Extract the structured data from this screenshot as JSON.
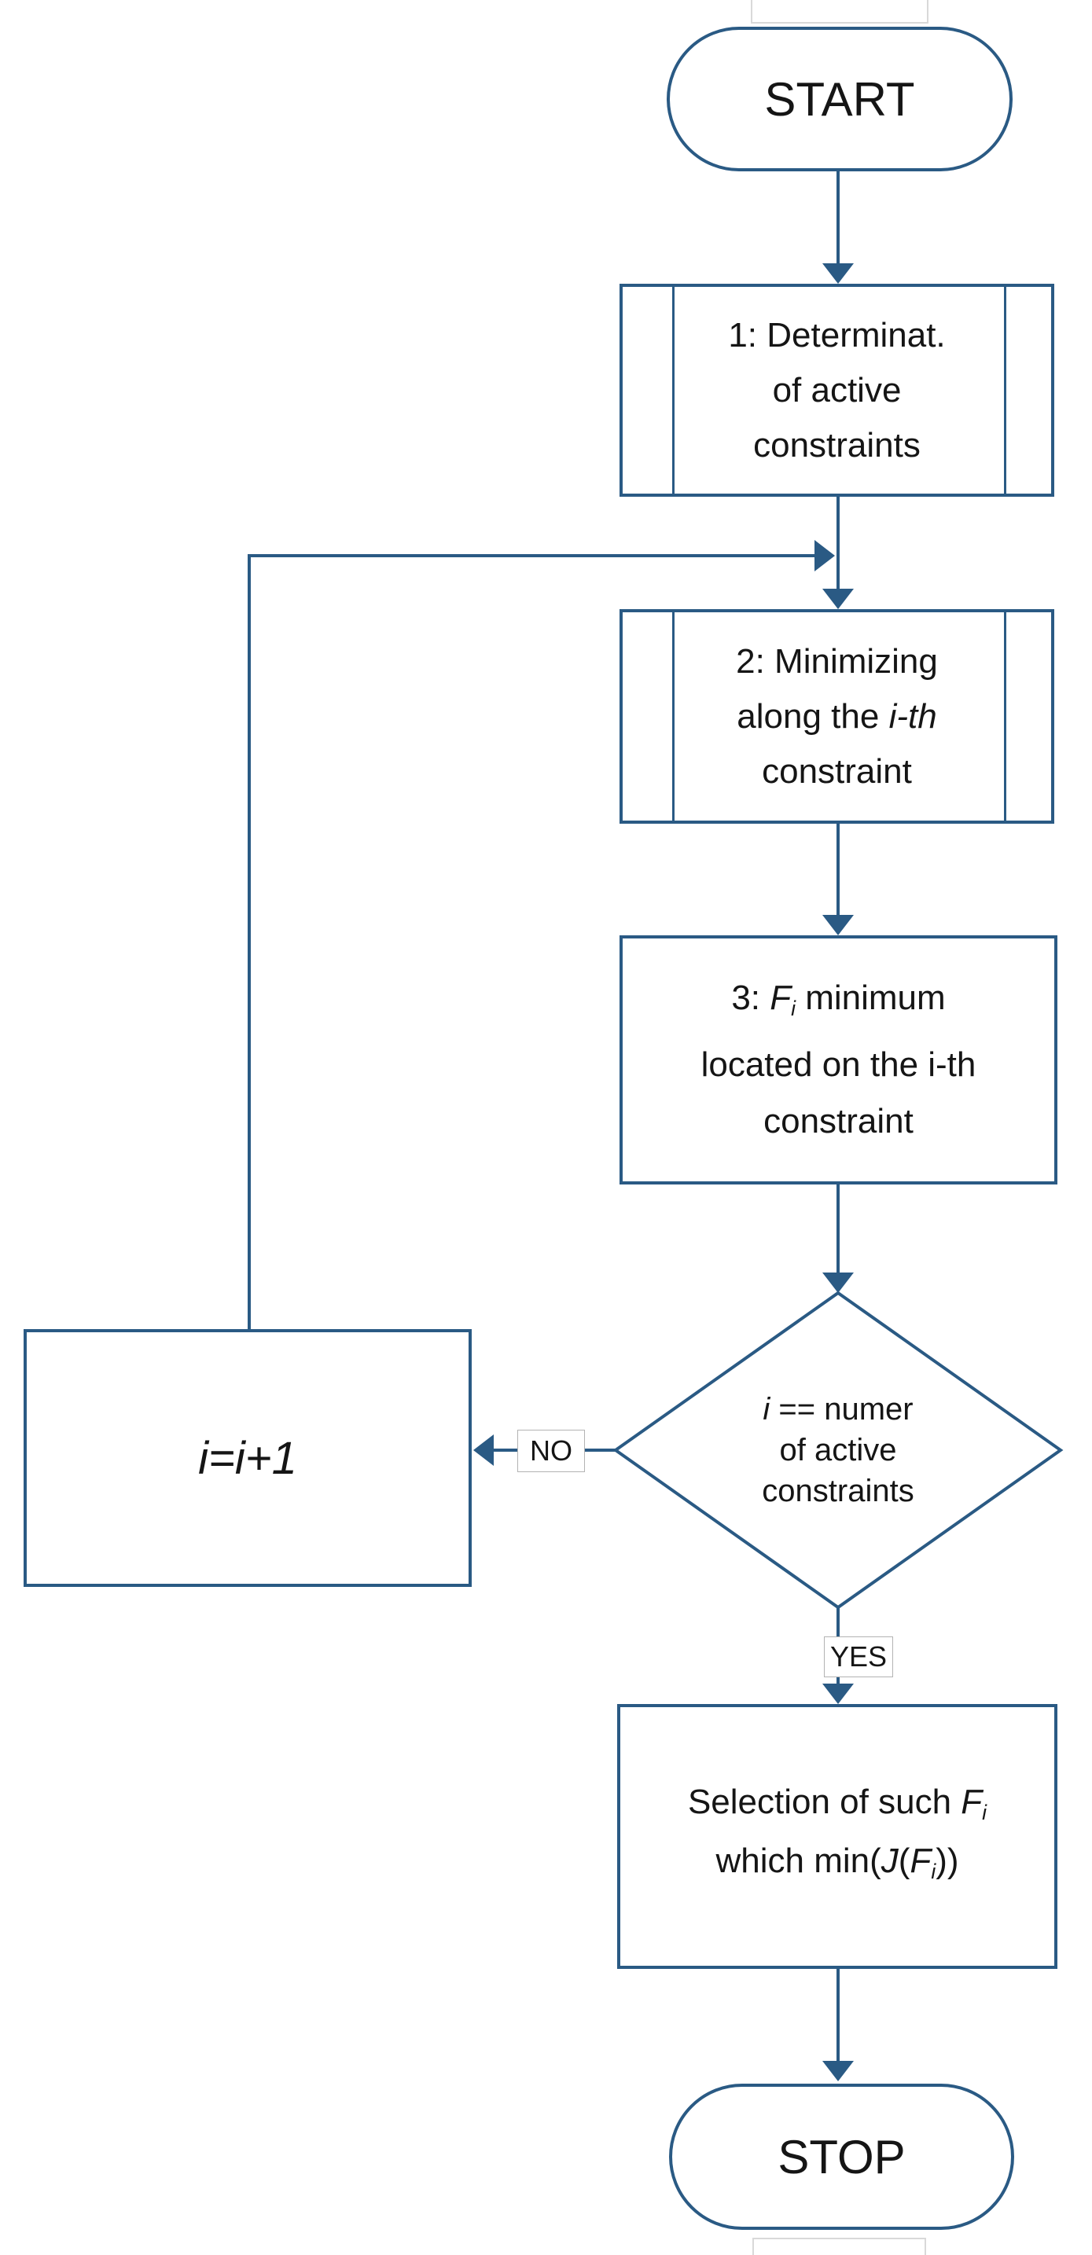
{
  "colors": {
    "connector": "#2a5a84",
    "shape_border": "#2a5a84",
    "text": "#151515",
    "label_border": "#b3b3b3",
    "faint_artifact": "#d9d9d9"
  },
  "nodes": {
    "start": {
      "label": "START"
    },
    "step1": {
      "lines": [
        "1: Determinat.",
        "of active",
        "constraints"
      ]
    },
    "step2": {
      "line1": "2: Minimizing",
      "line2_pre": "along the ",
      "line2_italic": "i-th",
      "line3": "constraint"
    },
    "step3": {
      "line1_pre": "3: ",
      "line1_var": "F",
      "line1_sub": "i",
      "line1_post": " minimum",
      "line2": "located on the i-th",
      "line3": "constraint"
    },
    "decision": {
      "line1_var": "i",
      "line1_post": " == numer",
      "line2": "of active",
      "line3": "constraints"
    },
    "increment": {
      "label": "i=i+1"
    },
    "selection": {
      "line1_pre": "Selection of such ",
      "line1_var": "F",
      "line1_sub": "i",
      "line2_pre": "which min(",
      "line2_var1": "J",
      "line2_mid": "(",
      "line2_var2": "F",
      "line2_sub": "i",
      "line2_post": "))"
    },
    "stop": {
      "label": "STOP"
    }
  },
  "edges": {
    "no_label": "NO",
    "yes_label": "YES"
  }
}
